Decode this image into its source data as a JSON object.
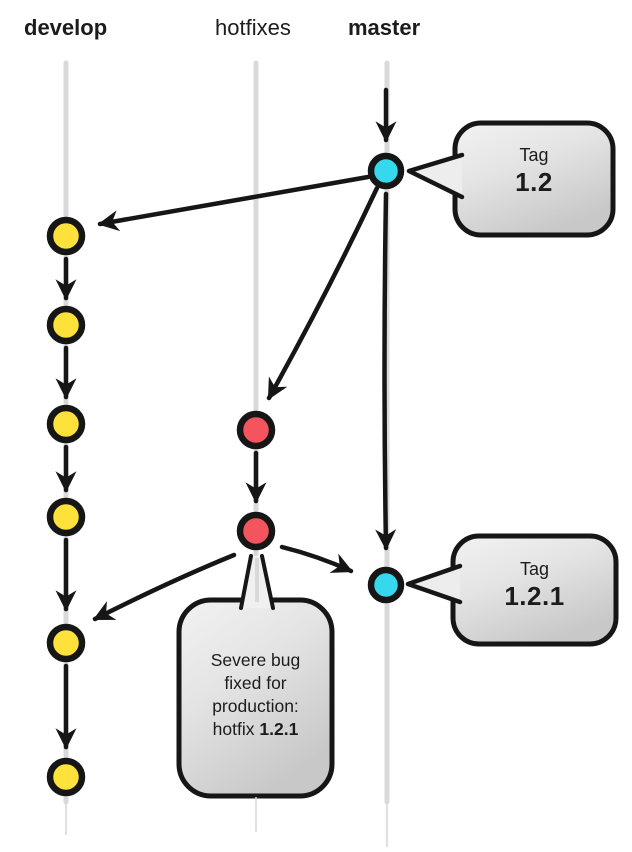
{
  "branches": {
    "develop": {
      "label": "develop",
      "emphasis": "bold"
    },
    "hotfixes": {
      "label": "hotfixes",
      "emphasis": "regular"
    },
    "master": {
      "label": "master",
      "emphasis": "bold"
    }
  },
  "callouts": {
    "tag12": {
      "title": "Tag",
      "version": "1.2"
    },
    "tag121": {
      "title": "Tag",
      "version": "1.2.1"
    },
    "note": {
      "line1": "Severe bug",
      "line2": "fixed for",
      "line3": "production:",
      "line4_normal": "hotfix",
      "line4_bold": "1.2.1"
    }
  },
  "colors": {
    "ink": "#161616",
    "branch_line": "#d9d9d9",
    "commit_develop": "#ffe13b",
    "commit_hotfix": "#f4545e",
    "commit_master": "#35d8ec",
    "callout_fill_light": "#f2f2f2",
    "callout_fill_mid": "#e4e4e4",
    "callout_fill_dark": "#c8c8c8",
    "text": "#1c1c1c"
  },
  "graph": {
    "nodes": [
      {
        "id": "master-1",
        "branch": "master",
        "tag": "1.2"
      },
      {
        "id": "develop-1",
        "branch": "develop"
      },
      {
        "id": "develop-2",
        "branch": "develop"
      },
      {
        "id": "develop-3",
        "branch": "develop"
      },
      {
        "id": "develop-4",
        "branch": "develop"
      },
      {
        "id": "hotfix-1",
        "branch": "hotfixes"
      },
      {
        "id": "hotfix-2",
        "branch": "hotfixes",
        "note": "Severe bug fixed for production: hotfix 1.2.1"
      },
      {
        "id": "develop-5",
        "branch": "develop"
      },
      {
        "id": "master-2",
        "branch": "master",
        "tag": "1.2.1"
      },
      {
        "id": "develop-6",
        "branch": "develop"
      }
    ],
    "edges": [
      {
        "from": "upstream",
        "to": "master-1"
      },
      {
        "from": "master-1",
        "to": "develop-1"
      },
      {
        "from": "master-1",
        "to": "hotfix-1"
      },
      {
        "from": "master-1",
        "to": "master-2"
      },
      {
        "from": "develop-1",
        "to": "develop-2"
      },
      {
        "from": "develop-2",
        "to": "develop-3"
      },
      {
        "from": "develop-3",
        "to": "develop-4"
      },
      {
        "from": "develop-4",
        "to": "develop-5"
      },
      {
        "from": "hotfix-1",
        "to": "hotfix-2"
      },
      {
        "from": "hotfix-2",
        "to": "develop-5"
      },
      {
        "from": "hotfix-2",
        "to": "master-2"
      },
      {
        "from": "develop-5",
        "to": "develop-6"
      }
    ]
  }
}
